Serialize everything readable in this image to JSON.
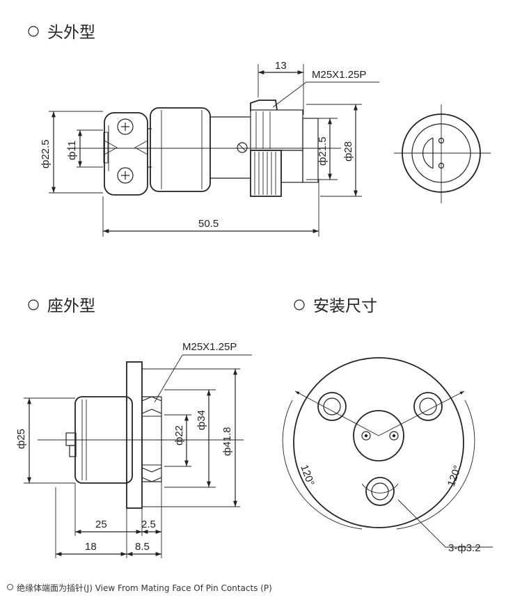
{
  "headings": {
    "plug": "头外型",
    "socket": "座外型",
    "mounting": "安装尺寸"
  },
  "plug_dims": {
    "length_13": "13",
    "thread": "M25X1.25P",
    "phi_22_5": "ф22.5",
    "phi_11": "ф11",
    "phi_21_5": "ф21.5",
    "phi_28": "ф28",
    "length_50_5": "50.5"
  },
  "socket_dims": {
    "thread": "M25X1.25P",
    "phi_25": "ф25",
    "phi_34": "ф34",
    "phi_22": "ф22",
    "phi_41_8": "ф41.8",
    "length_25": "25",
    "length_2_5": "2.5",
    "length_18": "18",
    "length_8_5": "8.5"
  },
  "mounting_dims": {
    "angle_left": "120°",
    "angle_right": "120°",
    "holes": "3-ф3.2"
  },
  "caption": "绝缘体端面为插针(J) View From Mating Face Of Pin Contacts (P)",
  "colors": {
    "line": "#222222",
    "background": "#ffffff"
  }
}
